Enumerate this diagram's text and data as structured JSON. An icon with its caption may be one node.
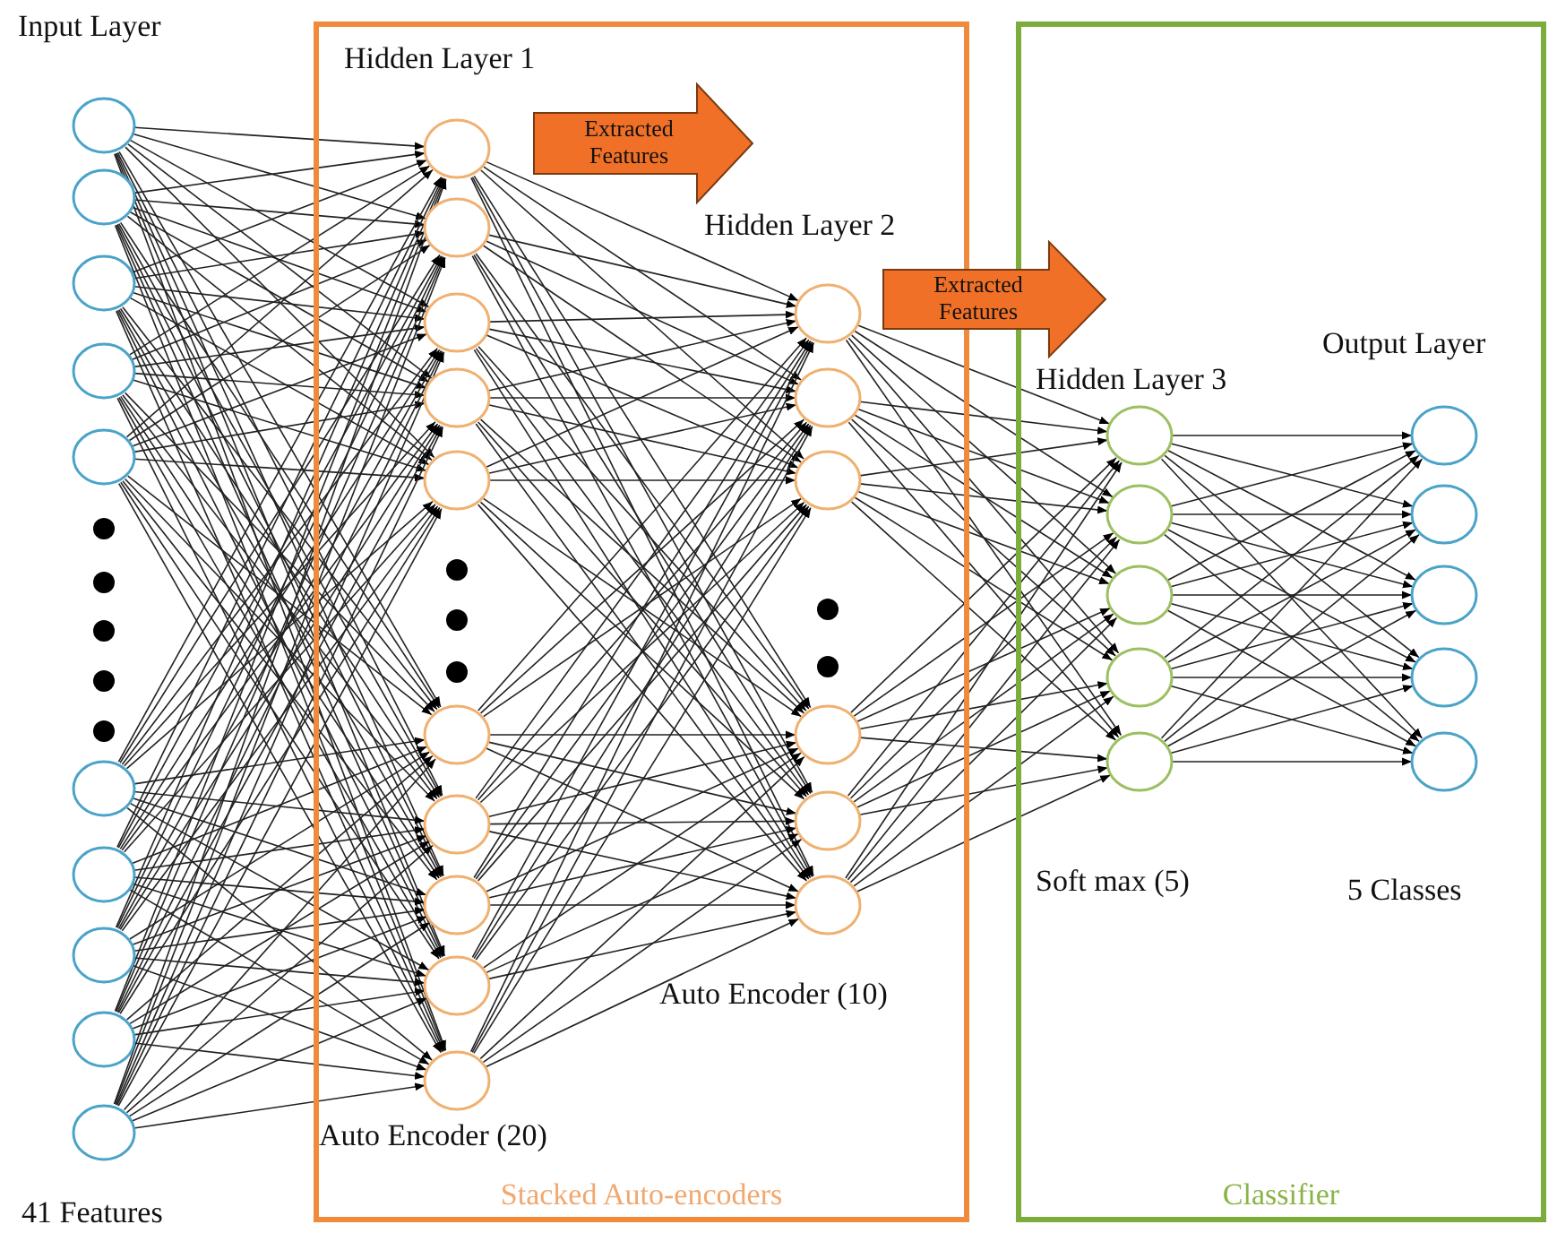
{
  "diagram": {
    "nodes": [
      {
        "text": [
          "Stacked Auto-encoders"
        ]
      },
      {
        "text": [
          "Classifier"
        ]
      },
      {
        "text": [
          "Extracted Features"
        ],
        "in": 0
      },
      {
        "text": [
          "Extracted Features"
        ]
      }
    ],
    "labels": [
      "Input Layer",
      "Hidden Layer 1",
      "Hidden Layer 2",
      "Output Layer",
      "Hidden Layer 3",
      "Soft max (5)",
      "5 Classes",
      "Auto Encoder (10)",
      "Auto Encoder (20)",
      "41 Features"
    ]
  }
}
